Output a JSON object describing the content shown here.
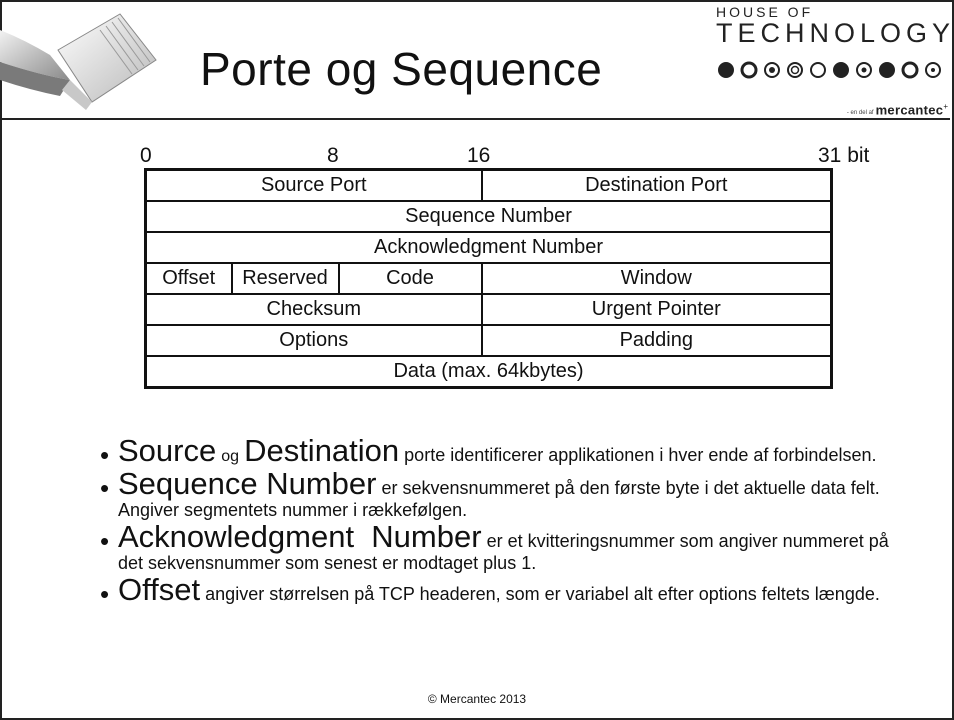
{
  "slide": {
    "title": "Porte og Sequence",
    "footer": "© Mercantec 2013"
  },
  "logo": {
    "line1": "HOUSE OF",
    "line2": "TECHNOLOGY",
    "tag_small": "- en del af",
    "tag_brand": "mercantec",
    "tag_plus": "+"
  },
  "bit_scale": {
    "b0": "0",
    "b8": "8",
    "b16": "16",
    "b31": "31 bit"
  },
  "header": {
    "source_port": "Source Port",
    "destination_port": "Destination Port",
    "sequence_number": "Sequence Number",
    "acknowledgment_number": "Acknowledgment Number",
    "offset": "Offset",
    "reserved": "Reserved",
    "code": "Code",
    "window": "Window",
    "checksum": "Checksum",
    "urgent_pointer": "Urgent Pointer",
    "options": "Options",
    "padding": "Padding",
    "data": "Data  (max. 64kbytes)"
  },
  "bullets": [
    {
      "term": "Source",
      "joiner": "og",
      "term2": "Destination",
      "text": "porte identificerer applikationen i hver ende af forbindelsen."
    },
    {
      "term": "Sequence Number",
      "text": "er sekvensnummeret på den første byte i det aktuelle data felt. Angiver segmentets nummer i rækkefølgen."
    },
    {
      "term": "Acknowledgment  Number",
      "text": "er et kvitteringsnummer som angiver nummeret på det sekvensnummer som senest er modtaget plus 1."
    },
    {
      "term": "Offset",
      "text": "angiver størrelsen på TCP headeren, som er variabel alt efter options feltets længde."
    }
  ]
}
